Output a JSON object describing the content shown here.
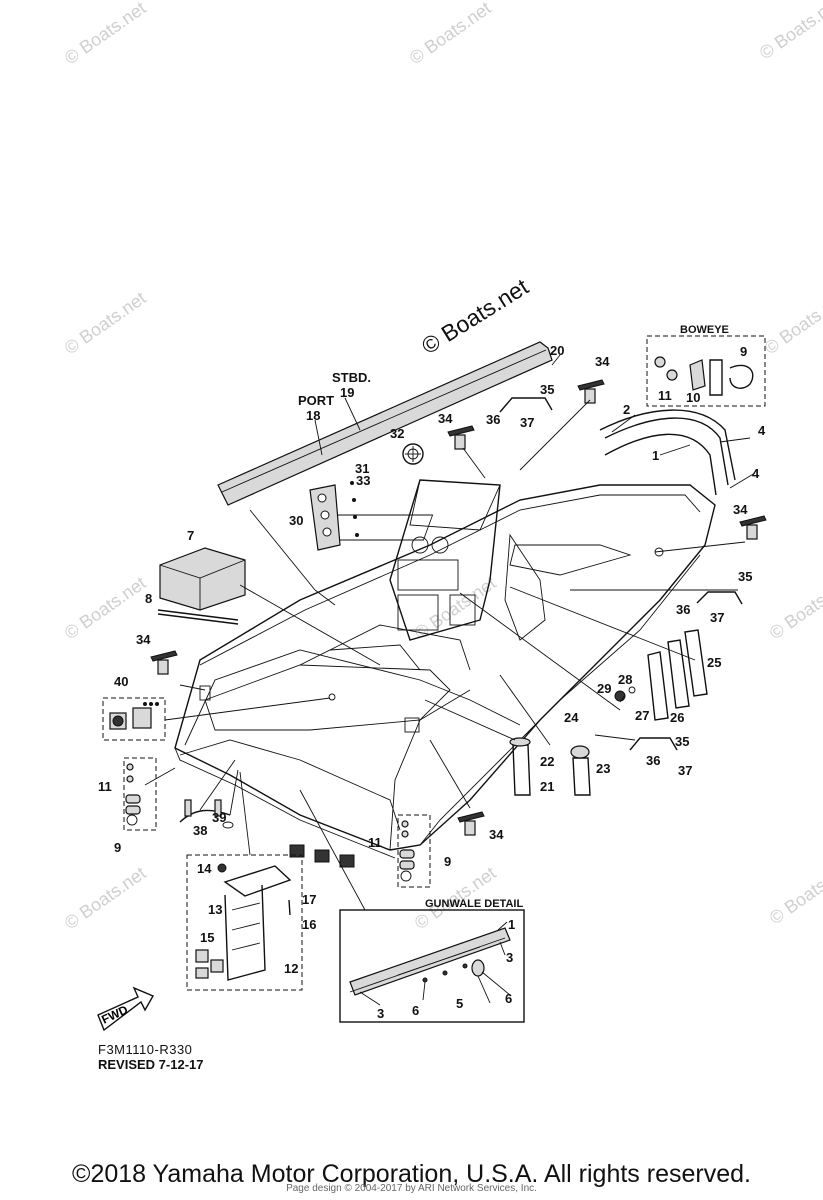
{
  "watermark": "© Boats.net",
  "main_watermark": "© Boats.net",
  "section_titles": {
    "boweye": "BOWEYE",
    "gunwale": "GUNWALE DETAIL"
  },
  "side_labels": {
    "stbd": "STBD.",
    "port": "PORT"
  },
  "fwd_label": "FWD",
  "diagram_code": "F3M1110-R330",
  "revision": "REVISED 7-12-17",
  "copyright": "©2018 Yamaha Motor Corporation, U.S.A. All rights reserved.",
  "page_design": "Page design © 2004-2017 by ARI Network Services, Inc.",
  "callouts": {
    "c1": "1",
    "c1g": "1",
    "c2": "2",
    "c3a": "3",
    "c3b": "3",
    "c4a": "4",
    "c4b": "4",
    "c5": "5",
    "c6a": "6",
    "c6b": "6",
    "c7": "7",
    "c8": "8",
    "c9a": "9",
    "c9b": "9",
    "c9c": "9",
    "c10": "10",
    "c11a": "11",
    "c11b": "11",
    "c11c": "11",
    "c12": "12",
    "c13": "13",
    "c14": "14",
    "c15": "15",
    "c16": "16",
    "c17": "17",
    "c18": "18",
    "c19": "19",
    "c20": "20",
    "c21": "21",
    "c22": "22",
    "c23": "23",
    "c24": "24",
    "c25": "25",
    "c26": "26",
    "c27": "27",
    "c28": "28",
    "c29": "29",
    "c30": "30",
    "c31": "31",
    "c32": "32",
    "c33": "33",
    "c34a": "34",
    "c34b": "34",
    "c34c": "34",
    "c34d": "34",
    "c34e": "34",
    "c35a": "35",
    "c35b": "35",
    "c35c": "35",
    "c36a": "36",
    "c36b": "36",
    "c36c": "36",
    "c37a": "37",
    "c37b": "37",
    "c37c": "37",
    "c38": "38",
    "c39": "39",
    "c40": "40"
  }
}
